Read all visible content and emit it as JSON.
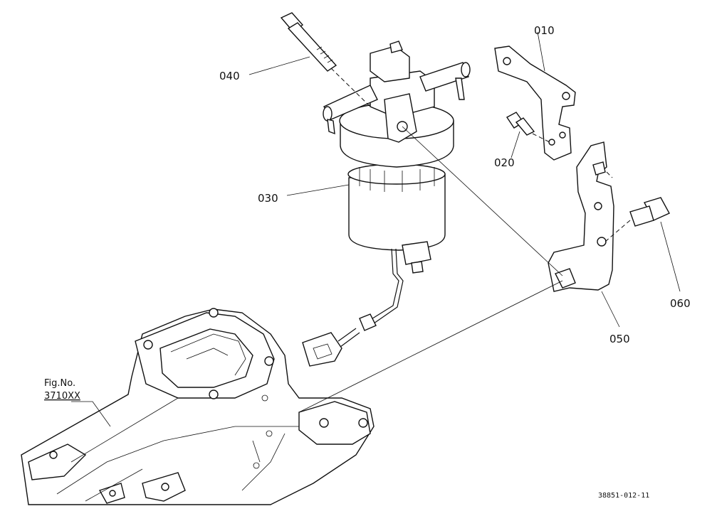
{
  "labels": {
    "p010": "010",
    "p020": "020",
    "p030": "030",
    "p040": "040",
    "p050": "050",
    "p060": "060"
  },
  "reference": {
    "line1": "Fig.No.",
    "line2": "3710XX"
  },
  "document_id": "38851-012-11"
}
